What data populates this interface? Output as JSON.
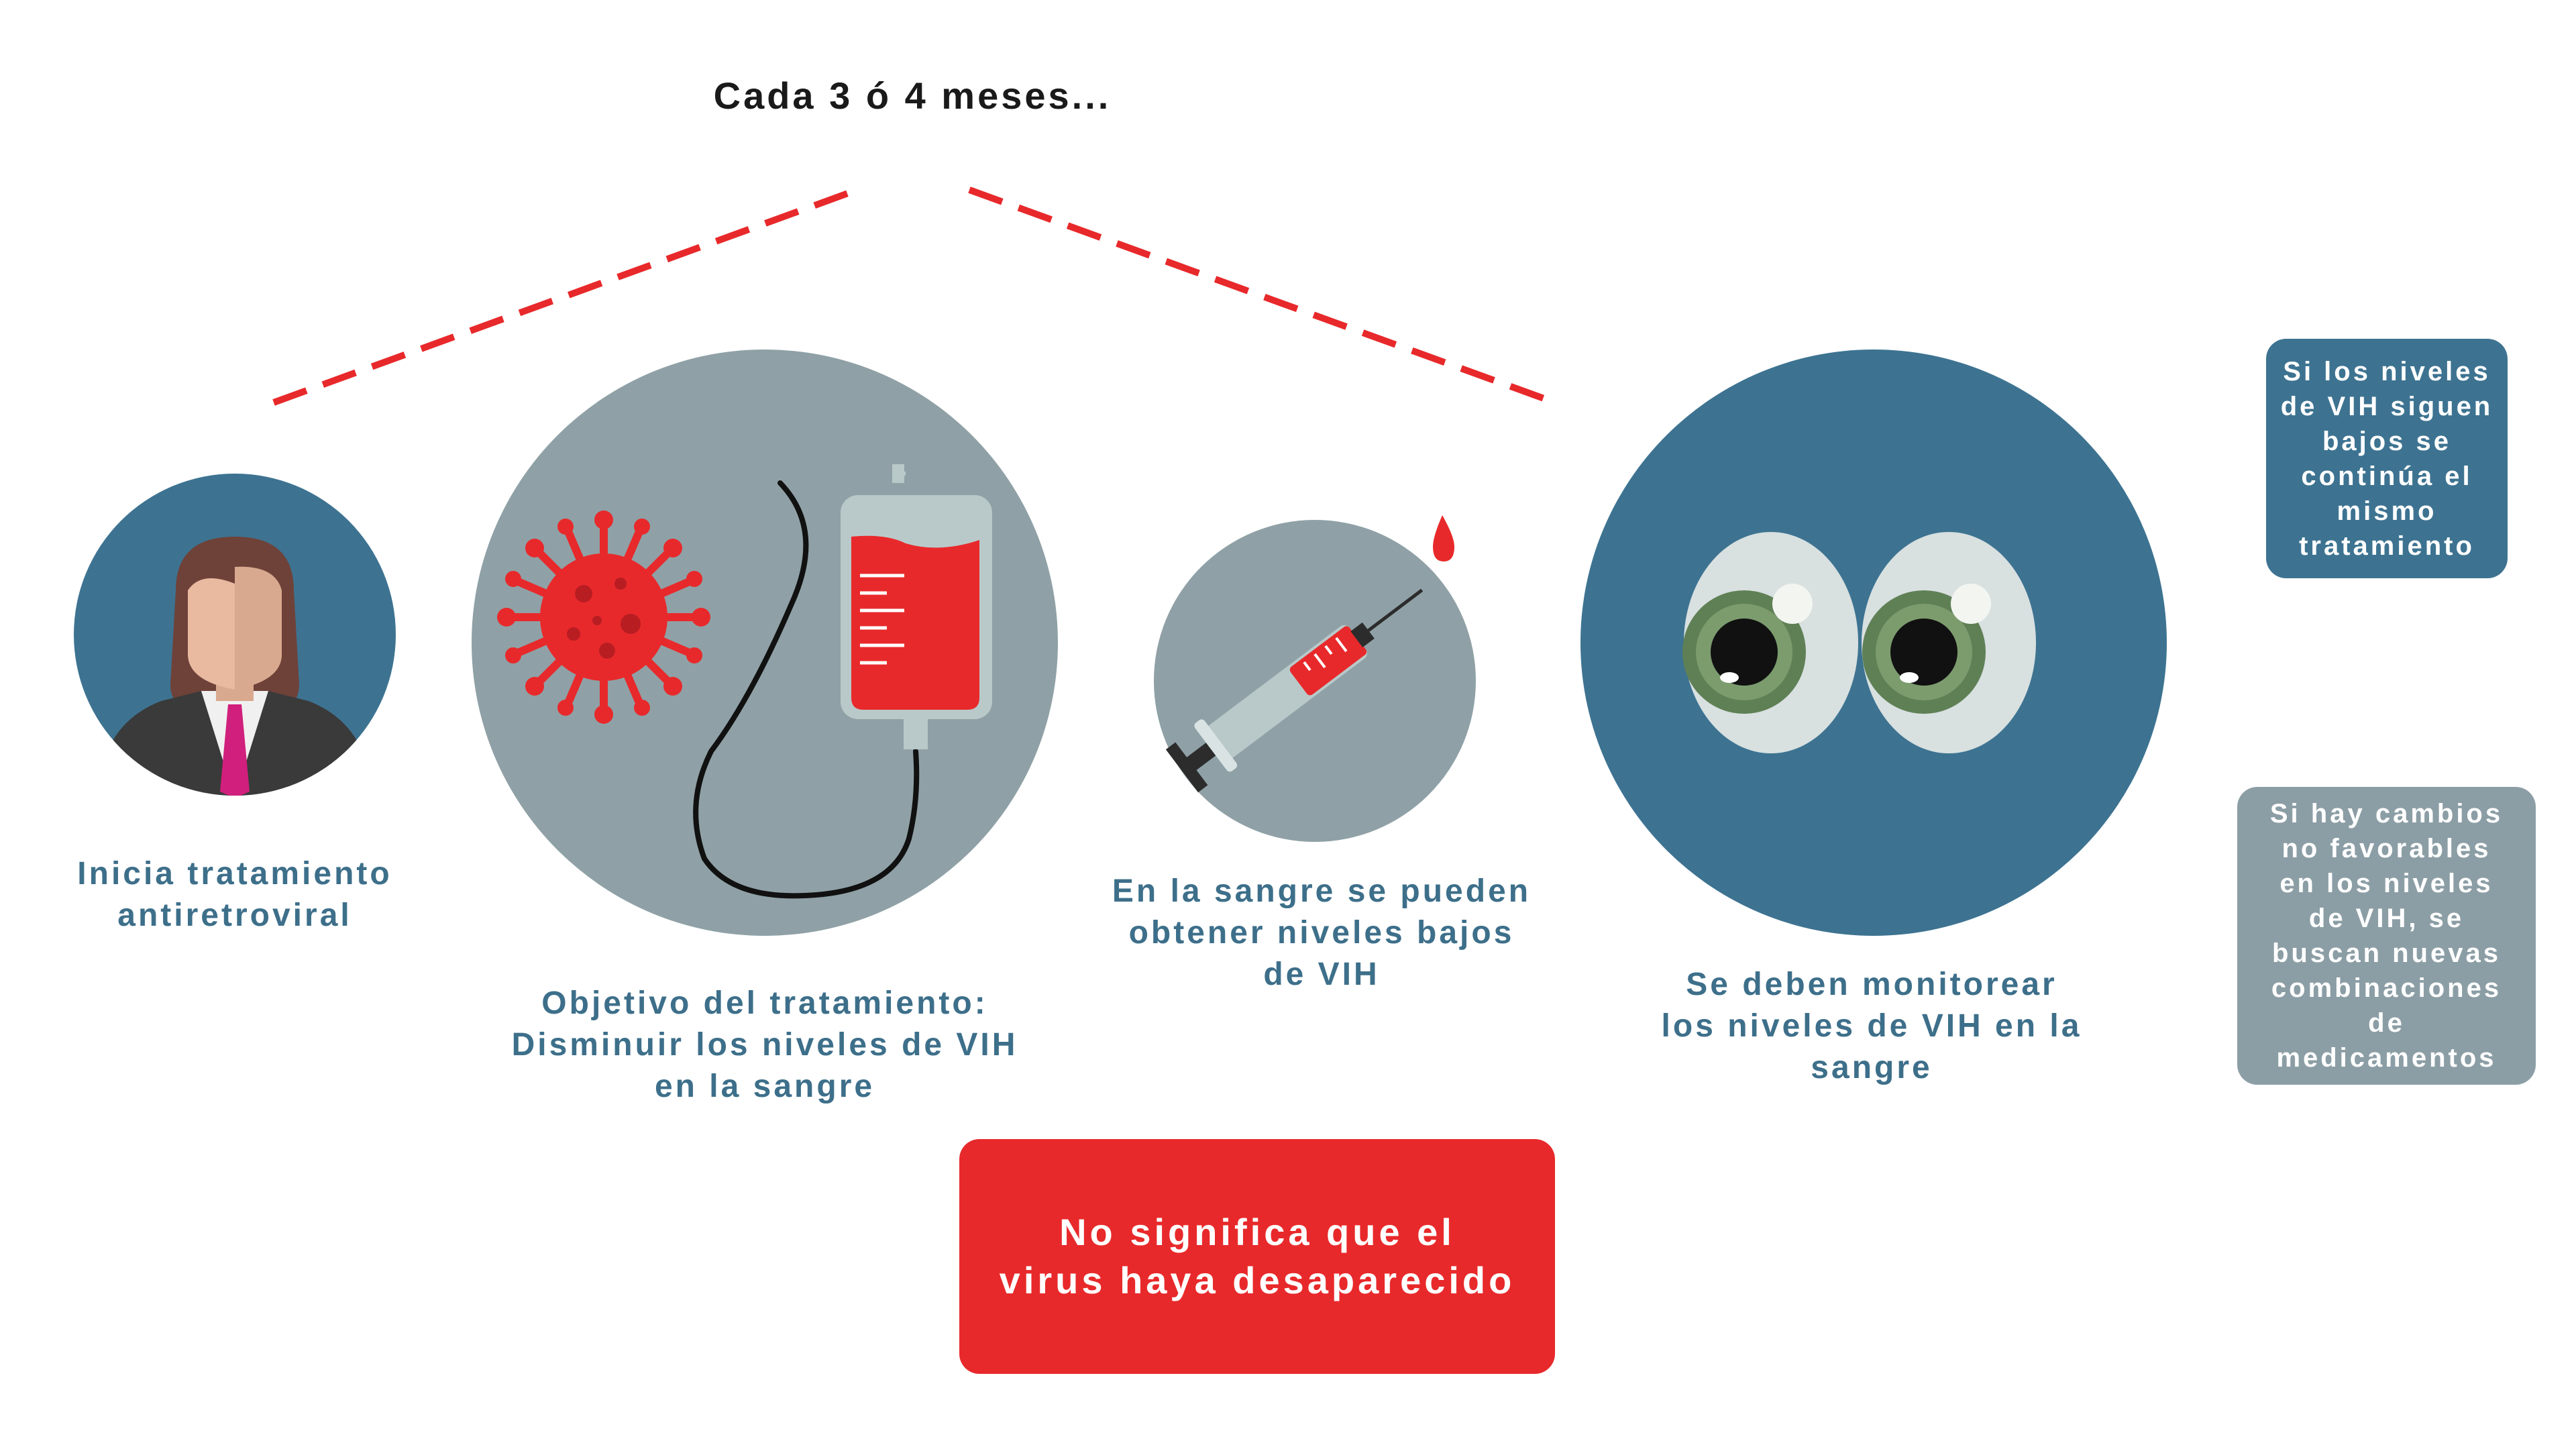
{
  "header": {
    "frequency_label": "Cada 3 ó 4 meses..."
  },
  "steps": [
    {
      "caption": "Inicia tratamiento\nantiretroviral"
    },
    {
      "caption": "Objetivo del tratamiento:\nDisminuir los niveles de VIH\nen la sangre"
    },
    {
      "caption": "En la sangre se pueden\nobtener niveles bajos\nde VIH"
    },
    {
      "caption": "Se deben monitorear\nlos niveles de VIH en la\nsangre"
    }
  ],
  "outcomes": {
    "favorable": "Si los niveles\nde VIH siguen\nbajos se\ncontinúa el\nmismo\ntratamiento",
    "unfavorable": "Si hay cambios\nno favorables\nen los niveles\nde VIH, se\nbuscan nuevas\ncombinaciones\nde\nmedicamentos"
  },
  "warning": {
    "text": "No significa que el\nvirus haya desaparecido"
  },
  "icons": [
    "woman-avatar-icon",
    "virus-icon",
    "iv-blood-bag-icon",
    "syringe-icon",
    "blood-drop-icon",
    "eyes-icon"
  ],
  "colors": {
    "accent_red": "#e8292b",
    "steel_blue": "#3d7391",
    "caption_blue": "#3d6f8a",
    "slate_grey": "#8c9ea5",
    "circle_grey": "#8fa1a6"
  }
}
